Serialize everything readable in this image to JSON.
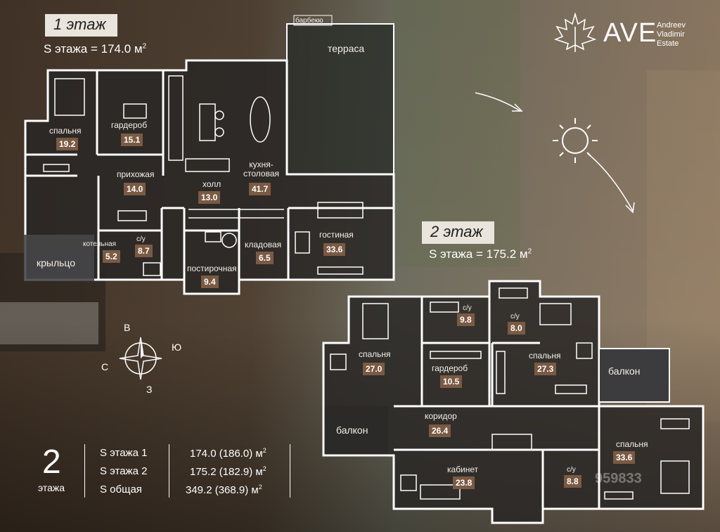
{
  "floor1": {
    "tag": "1 этаж",
    "area_label": "S этажа = 174.0 м",
    "area_sup": "2",
    "rooms": [
      {
        "key": "spalnya1",
        "label": "спальня",
        "area": "19.2"
      },
      {
        "key": "garderob1",
        "label": "гардероб",
        "area": "15.1"
      },
      {
        "key": "prihozhaya",
        "label": "прихожая",
        "area": "14.0"
      },
      {
        "key": "holl",
        "label": "холл",
        "area": "13.0"
      },
      {
        "key": "kuhnya",
        "label": "кухня-\nстоловая",
        "area": "41.7"
      },
      {
        "key": "kotelnaya",
        "label": "котельная",
        "area": "5.2"
      },
      {
        "key": "su1",
        "label": "с/у",
        "area": "8.7"
      },
      {
        "key": "postirochnaya",
        "label": "постирочная",
        "area": "9.4"
      },
      {
        "key": "kladovaya",
        "label": "кладовая",
        "area": "6.5"
      },
      {
        "key": "gostinaya",
        "label": "гостиная",
        "area": "33.6"
      }
    ],
    "outdoor": {
      "terrasa": "терраса",
      "barbekyu": "барбекю",
      "krylco": "крыльцо"
    }
  },
  "floor2": {
    "tag": "2 этаж",
    "area_label": "S этажа = 175.2 м",
    "area_sup": "2",
    "rooms": [
      {
        "key": "su2a",
        "label": "с/у",
        "area": "9.8"
      },
      {
        "key": "su2b",
        "label": "с/у",
        "area": "8.0"
      },
      {
        "key": "spalnya2a",
        "label": "спальня",
        "area": "27.0"
      },
      {
        "key": "garderob2",
        "label": "гардероб",
        "area": "10.5"
      },
      {
        "key": "spalnya2b",
        "label": "спальня",
        "area": "27.3"
      },
      {
        "key": "koridor",
        "label": "коридор",
        "area": "26.4"
      },
      {
        "key": "kabinet",
        "label": "кабинет",
        "area": "23.8"
      },
      {
        "key": "su2c",
        "label": "с/у",
        "area": "8.8"
      },
      {
        "key": "spalnya2c",
        "label": "спальня",
        "area": "33.6"
      }
    ],
    "outdoor": {
      "balkon1": "балкон",
      "balkon2": "балкон"
    }
  },
  "logo": {
    "mark": "AVE",
    "line1": "Andreev",
    "line2": "Vladimir",
    "line3": "Estate"
  },
  "compass": {
    "n": "В",
    "e": "Ю",
    "s": "З",
    "w": "С"
  },
  "summary": {
    "floors_count": "2",
    "floors_word": "этажа",
    "rows": [
      {
        "label": "S этажа 1",
        "value": "174.0 (186.0) м",
        "sup": "2"
      },
      {
        "label": "S этажа 2",
        "value": "175.2 (182.9) м",
        "sup": "2"
      },
      {
        "label": "S общая",
        "value": "349.2 (368.9) м",
        "sup": "2"
      }
    ]
  },
  "watermark": "959833"
}
